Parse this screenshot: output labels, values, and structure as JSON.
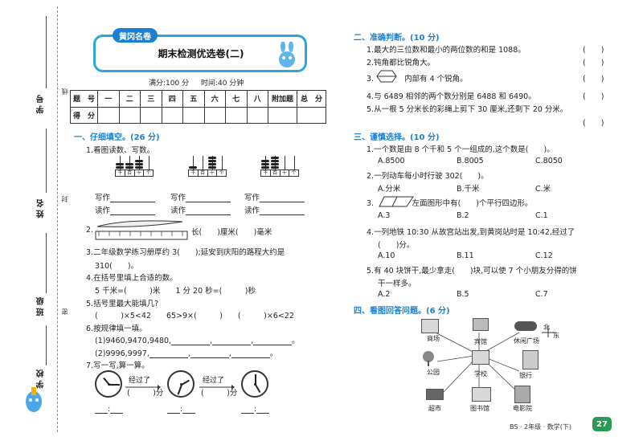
{
  "binding": {
    "xuehao": "学 号",
    "xingming": "姓 名",
    "banji": "班 级",
    "xuexiao": "学 校",
    "xian": "线",
    "feng": "封",
    "mi": "密"
  },
  "header": {
    "logo": "黄冈名卷",
    "title": "期末检测优选卷(二)",
    "full_score": "满分:100 分",
    "time": "时间:40 分钟"
  },
  "score_table": {
    "row1": [
      "题　号",
      "一",
      "二",
      "三",
      "四",
      "五",
      "六",
      "七",
      "八",
      "附加题",
      "总　分"
    ],
    "row2_label": "得　分"
  },
  "section1": {
    "title": "一、仔细填空。(26 分)",
    "q1": "1.看图读数、写数。",
    "abacus_labels": [
      "千",
      "百",
      "十",
      "个"
    ],
    "write_label": "写作",
    "read_label": "读作",
    "q2_num": "2.",
    "q2_tail": "长(　　)厘米(　　)毫米",
    "q3a": "3.二年级数学练习册厚约 3(　　);延安到庆阳的路程大约是",
    "q3b": "310(　　)。",
    "q4": "4.在括号里填上合适的数。",
    "q4a": "5 千米=(　　　)米　　1 分 20 秒=(　　　)秒",
    "q5": "5.括号里最大能填几?",
    "q5a": "(　　　)×5<42　　65>9×(　　　)　　(　　　)×6<22",
    "q6": "6.按规律填一填。",
    "q6a": "(1)9460,9470,9480,",
    "q6b": "(2)9996,9997,",
    "q7": "7.写一写,算一算。",
    "passed": "经过了",
    "minute": ")分",
    "colon": ":"
  },
  "section2": {
    "title": "二、准确判断。(10 分)",
    "items": [
      "1.最大的三位数和最小的两位数的和是 1088。",
      "2.钝角都比锐角大。",
      "3.　　　　内部有 4 个锐角。",
      "4.与 6489 相邻的两个数分别是 6488 和 6490。",
      "5.从一根 5 分米长的彩绳上剪下 30 厘米,还剩下 20 分米。"
    ],
    "paren": "(　　)"
  },
  "section3": {
    "title": "三、谨慎选择。(10 分)",
    "q1": "1.一个数是由 8 个千和 5 个一组成的,这个数是(　　)。",
    "q1opts": [
      "A.8500",
      "B.8005",
      "C.8050"
    ],
    "q2": "2.一列动车每小时行驶 302(　　)。",
    "q2opts": [
      "A.分米",
      "B.千米",
      "C.米"
    ],
    "q3": "3.　　　　　左面图形中有(　　)个平行四边形。",
    "q3opts": [
      "A.3",
      "B.2",
      "C.1"
    ],
    "q4a": "4.一列地铁 10:30 从故宫站出发,到黄岗站时是 10:42,经过了",
    "q4b": "(　　)分。",
    "q4opts": [
      "A.10",
      "B.11",
      "C.12"
    ],
    "q5a": "5.有 40 块饼干,最少拿走(　　)块,可以使 7 个小朋友分得的饼",
    "q5b": "干一样多。",
    "q5opts": [
      "A.2",
      "B.5",
      "C.7"
    ]
  },
  "section4": {
    "title": "四、看图回答问题。(6 分)",
    "places": [
      "商场",
      "宾馆",
      "休闲广场",
      "公园",
      "学校",
      "银行",
      "超市",
      "图书馆",
      "电影院"
    ],
    "compass_n": "北",
    "compass_e": "东"
  },
  "footer": {
    "page_info": "BS · 2年级 · 数学(下)",
    "page_number": "27"
  }
}
